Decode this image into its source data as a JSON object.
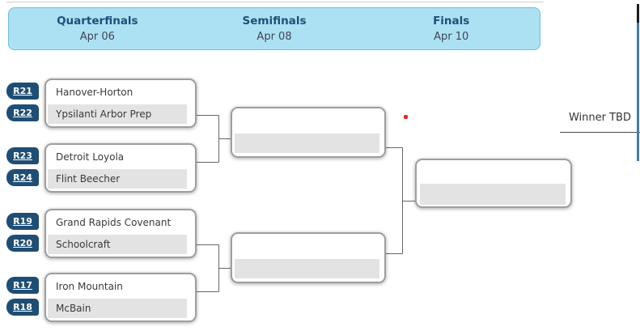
{
  "header": {
    "rounds": [
      {
        "label": "Quarterfinals",
        "date": "Apr 06"
      },
      {
        "label": "Semifinals",
        "date": "Apr 08"
      },
      {
        "label": "Finals",
        "date": "Apr 10"
      }
    ]
  },
  "bracket": {
    "quarterfinals": [
      {
        "top": {
          "ref": "R21",
          "team": "Hanover-Horton"
        },
        "bottom": {
          "ref": "R22",
          "team": "Ypsilanti Arbor Prep"
        }
      },
      {
        "top": {
          "ref": "R23",
          "team": "Detroit Loyola"
        },
        "bottom": {
          "ref": "R24",
          "team": "Flint Beecher"
        }
      },
      {
        "top": {
          "ref": "R19",
          "team": "Grand Rapids Covenant"
        },
        "bottom": {
          "ref": "R20",
          "team": "Schoolcraft"
        }
      },
      {
        "top": {
          "ref": "R17",
          "team": "Iron Mountain"
        },
        "bottom": {
          "ref": "R18",
          "team": "McBain"
        }
      }
    ],
    "semifinals": [
      {
        "top": {
          "team": ""
        },
        "bottom": {
          "team": ""
        }
      },
      {
        "top": {
          "team": ""
        },
        "bottom": {
          "team": ""
        }
      }
    ],
    "final": {
      "top": {
        "team": ""
      },
      "bottom": {
        "team": ""
      }
    },
    "champion": {
      "label": "Winner TBD"
    }
  },
  "colors": {
    "header_bg": "#ace1f4",
    "header_border": "#74bcd9",
    "round_title": "#1f4e79",
    "badge_bg": "#1f4e74",
    "row_alt_bg": "#e3e3e3",
    "box_border": "#9e9e9e",
    "connector": "#666666",
    "marker_red": "#de2b1f",
    "edge_bar_blue": "#4a7aa4"
  }
}
